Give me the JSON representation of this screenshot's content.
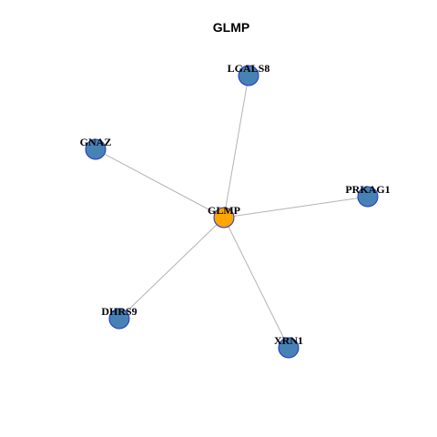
{
  "title": "GLMP",
  "colors": {
    "center_node": "#ffa500",
    "leaf_node": "#4682b4",
    "node_border": "#1f35c7",
    "edge": "#b3b3b3"
  },
  "network": {
    "center": "GLMP",
    "nodes": [
      {
        "id": "GLMP",
        "label": "GLMP",
        "role": "center"
      },
      {
        "id": "LGALS8",
        "label": "LGALS8",
        "role": "leaf"
      },
      {
        "id": "GNAZ",
        "label": "GNAZ",
        "role": "leaf"
      },
      {
        "id": "PRKAG1",
        "label": "PRKAG1",
        "role": "leaf"
      },
      {
        "id": "DHRS9",
        "label": "DHRS9",
        "role": "leaf"
      },
      {
        "id": "XRN1",
        "label": "XRN1",
        "role": "leaf"
      }
    ],
    "edges": [
      {
        "source": "GLMP",
        "target": "LGALS8"
      },
      {
        "source": "GLMP",
        "target": "GNAZ"
      },
      {
        "source": "GLMP",
        "target": "PRKAG1"
      },
      {
        "source": "GLMP",
        "target": "DHRS9"
      },
      {
        "source": "GLMP",
        "target": "XRN1"
      }
    ]
  }
}
